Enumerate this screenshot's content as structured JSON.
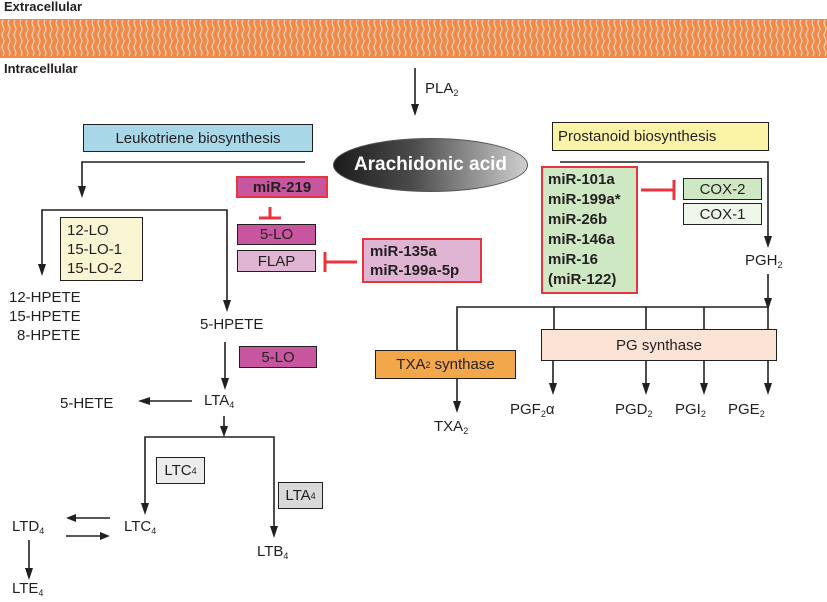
{
  "membrane": {
    "extracellular_label": "Extracellular",
    "intracellular_label": "Intracellular",
    "color": "#f08a4b"
  },
  "enzymes_top": {
    "pla2": "PLA",
    "pla2_sub": "2"
  },
  "center": {
    "arachidonic_acid": "Arachidonic acid"
  },
  "leukotriene": {
    "header": "Leukotriene biosynthesis",
    "header_color": "#a8d8e8",
    "lo_box": [
      "12-LO",
      "15-LO-1",
      "15-LO-2"
    ],
    "lo_box_color": "#faf5d2",
    "hpete_products": [
      "12-HPETE",
      "15-HPETE",
      "8-HPETE"
    ],
    "mir219": "miR-219",
    "five_lo": "5-LO",
    "five_lo_color": "#c8569f",
    "flap": "FLAP",
    "flap_color": "#dfb5d3",
    "mir_flap": [
      "miR-135a",
      "miR-199a-5p"
    ],
    "hpete5": "5-HPETE",
    "five_lo_2": "5-LO",
    "lta4": "LTA",
    "hete5": "5-HETE",
    "ltc4_enzyme": "LTC",
    "lta4_enzyme": "LTA",
    "ltc4": "LTC",
    "ltd4": "LTD",
    "lte4": "LTE",
    "ltb4": "LTB",
    "sub4": "4"
  },
  "prostanoid": {
    "header": "Prostanoid biosynthesis",
    "header_color": "#fbf3a6",
    "mirs": [
      "miR-101a",
      "miR-199a*",
      "miR-26b",
      "miR-146a",
      "miR-16",
      "(miR-122)"
    ],
    "mirs_color": "#cfe8c4",
    "cox2": "COX-2",
    "cox2_color": "#cfe8c4",
    "cox1": "COX-1",
    "cox1_color": "#eef7ea",
    "pgh": "PGH",
    "txa_synthase": "TXA",
    "txa_synthase_rest": " synthase",
    "txa_synthase_color": "#f2a74a",
    "pg_synthase": "PG synthase",
    "pg_synthase_color": "#fbe3d6",
    "txa": "TXA",
    "pgf": "PGF",
    "pgf_suffix": "α",
    "pgd": "PGD",
    "pgi": "PGI",
    "pge": "PGE",
    "sub2": "2"
  },
  "inhibit_color": "#e8343e"
}
